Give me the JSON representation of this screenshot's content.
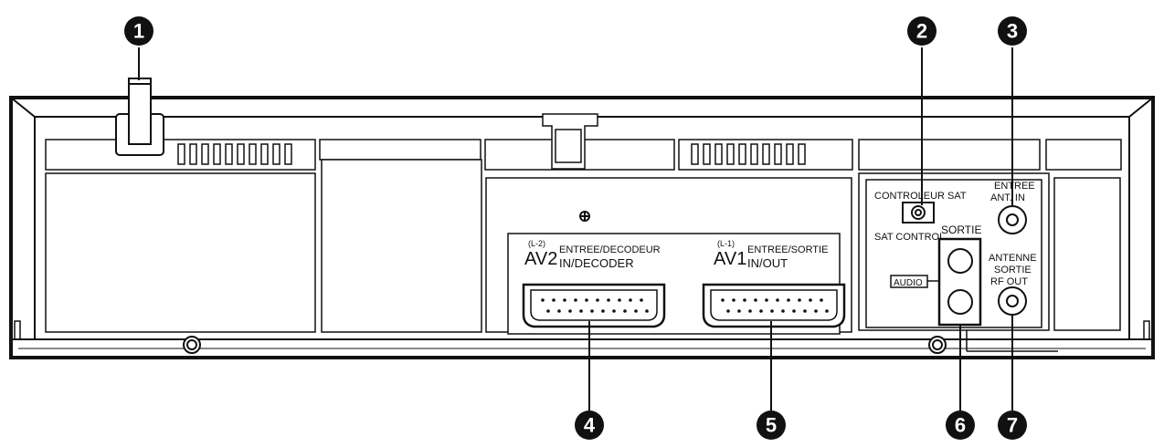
{
  "callouts": [
    "1",
    "2",
    "3",
    "4",
    "5",
    "6",
    "7"
  ],
  "labels": {
    "av2_sub": "(L-2)",
    "av2_main": "AV2",
    "av2_fr": "ENTREE/DECODEUR",
    "av2_en": "IN/DECODER",
    "av1_sub": "(L-1)",
    "av1_main": "AV1",
    "av1_fr": "ENTREE/SORTIE",
    "av1_en": "IN/OUT",
    "sat_fr": "CONTROLEUR SAT",
    "sat_en": "SAT CONTROL",
    "ant_in_fr": "ENTREE",
    "ant_in_en": "ANT. IN",
    "audio_out_fr": "SORTIE",
    "audio": "AUDIO",
    "ant_out_1": "ANTENNE",
    "ant_out_2": "SORTIE",
    "ant_out_3": "RF OUT"
  }
}
